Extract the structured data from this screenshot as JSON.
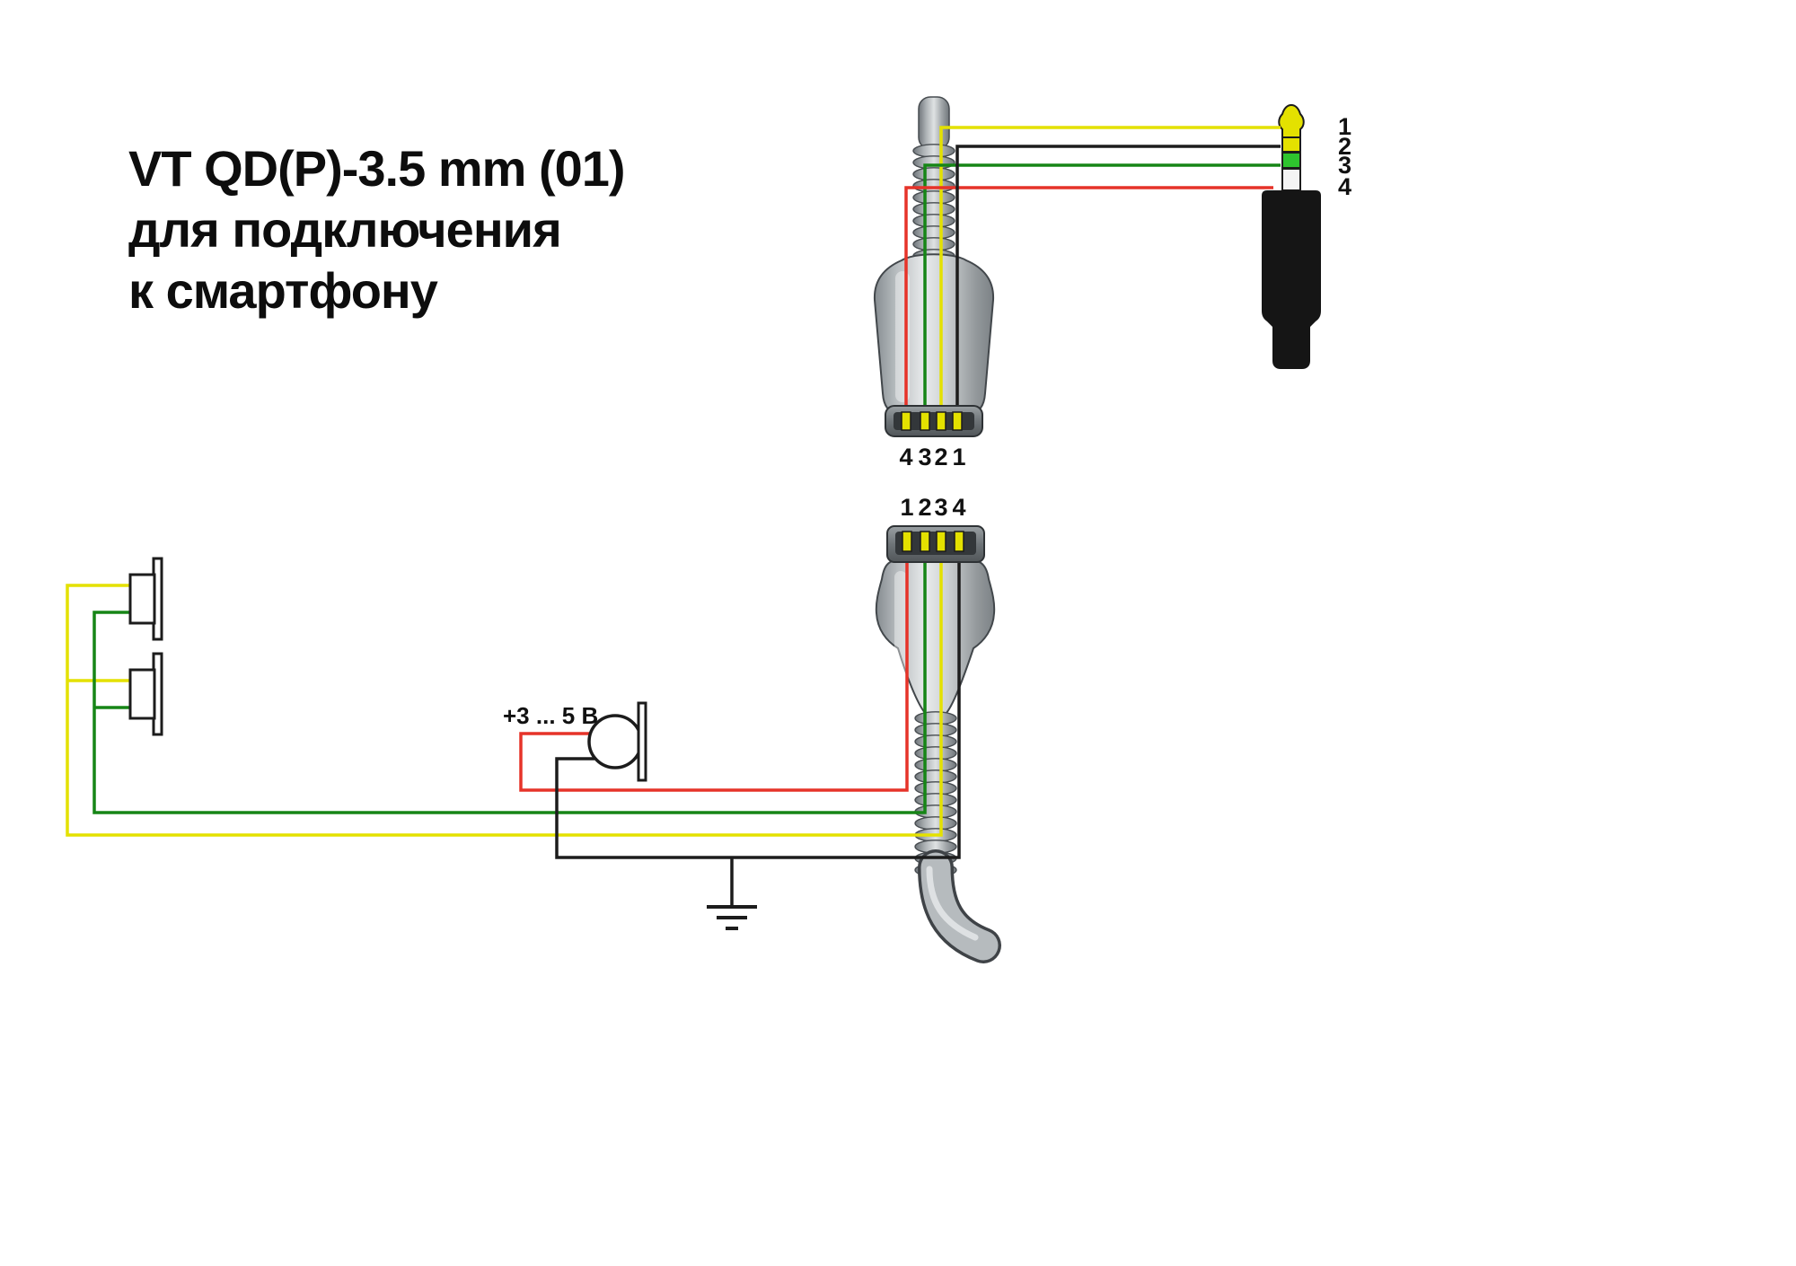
{
  "title": {
    "line1": "VT QD(P)-3.5 mm (01)",
    "line2": "для подключения",
    "line3": "к смартфону"
  },
  "plug_35mm": {
    "description": "3.5 mm TRRS plug",
    "pin_labels": [
      "1",
      "2",
      "3",
      "4"
    ]
  },
  "qd_top": {
    "description": "QD connector, cable side",
    "pin_labels": [
      "4",
      "3",
      "2",
      "1"
    ]
  },
  "qd_bottom": {
    "description": "QD connector, headset side",
    "pin_labels": [
      "1",
      "2",
      "3",
      "4"
    ]
  },
  "mic": {
    "label": "+3 ... 5 В"
  },
  "colors": {
    "yellow": "#e4e100",
    "green": "#168516",
    "red": "#e63329",
    "black": "#1c1c1c",
    "plug_green_band": "#2ec42e"
  }
}
